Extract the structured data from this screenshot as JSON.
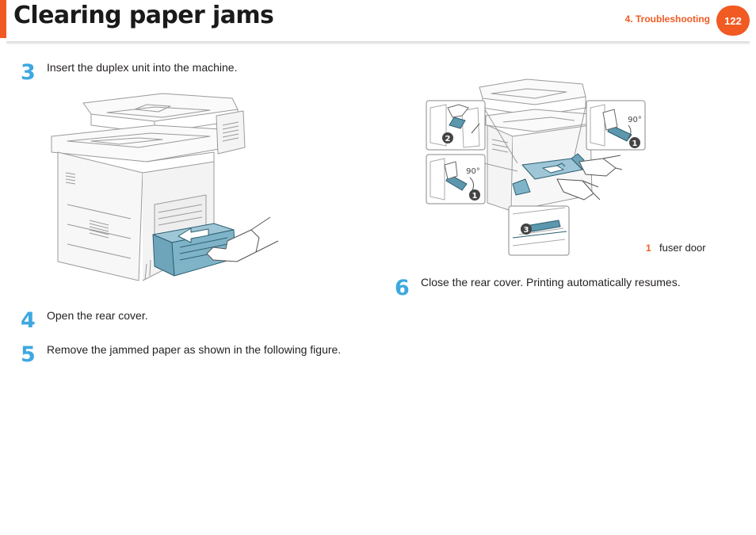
{
  "header": {
    "title": "Clearing paper jams",
    "chapter": "4.  Troubleshooting",
    "page_number": "122"
  },
  "steps": [
    {
      "number": "3",
      "text": "Insert the duplex unit into the machine."
    },
    {
      "number": "4",
      "text": "Open the rear cover."
    },
    {
      "number": "5",
      "text": "Remove the jammed paper as shown in the following figure."
    },
    {
      "number": "6",
      "text": "Close the rear cover. Printing automatically resumes."
    }
  ],
  "figure_fuser": {
    "angle_label": "90°",
    "badges": [
      "1",
      "2",
      "3"
    ],
    "callout": {
      "number": "1",
      "text": "fuser door"
    }
  },
  "colors": {
    "accent": "#f15a22",
    "step_number": "#3ea8e0",
    "part_highlight": "#4a8aa0"
  }
}
